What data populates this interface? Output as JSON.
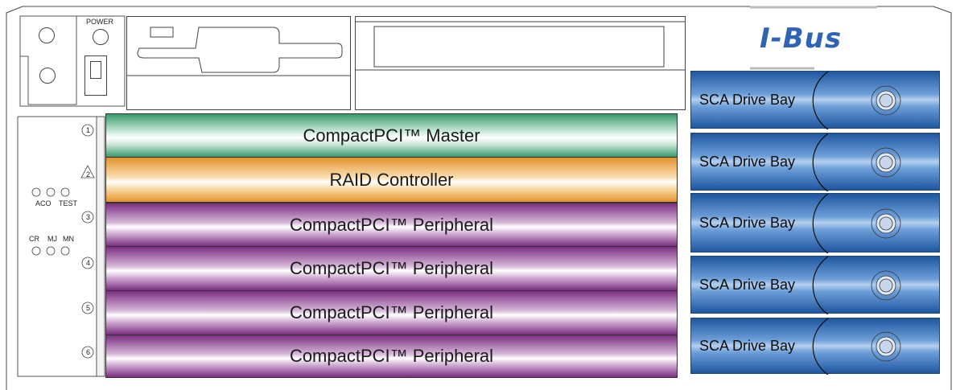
{
  "panel": {
    "logo_text": "I-Bus",
    "power_label": "POWER",
    "led_labels": {
      "aco": "ACO",
      "test": "TEST",
      "cr": "CR",
      "mj": "MJ",
      "mn": "MN"
    },
    "slot_numbers": [
      "1",
      "2",
      "3",
      "4",
      "5",
      "6"
    ]
  },
  "cards": [
    {
      "label": "CompactPCI™ Master",
      "kind": "master"
    },
    {
      "label": "RAID Controller",
      "kind": "raid"
    },
    {
      "label": "CompactPCI™ Peripheral",
      "kind": "peripheral"
    },
    {
      "label": "CompactPCI™ Peripheral",
      "kind": "peripheral"
    },
    {
      "label": "CompactPCI™ Peripheral",
      "kind": "peripheral"
    },
    {
      "label": "CompactPCI™ Peripheral",
      "kind": "peripheral"
    }
  ],
  "drive_bays": [
    {
      "label": "SCA Drive Bay"
    },
    {
      "label": "SCA Drive Bay"
    },
    {
      "label": "SCA Drive Bay"
    },
    {
      "label": "SCA Drive Bay"
    },
    {
      "label": "SCA Drive Bay"
    }
  ],
  "colors": {
    "master": "#4fb082",
    "raid": "#f2a540",
    "peripheral": "#8a3f8f",
    "drive_bay": "#2f6eb5",
    "logo": "#2f63b6",
    "outline": "#333333"
  }
}
